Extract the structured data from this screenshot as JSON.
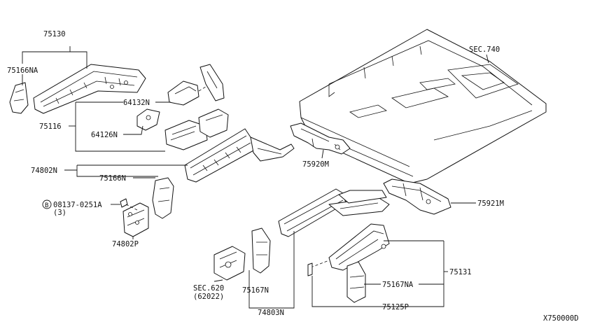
{
  "callouts": {
    "p75130": "75130",
    "p75166NA": "75166NA",
    "p64132N": "64132N",
    "p75116": "75116",
    "p64126N": "64126N",
    "p74802N": "74802N",
    "p75166N": "75166N",
    "p_bolt": "08137-0251A",
    "p_bolt_qty": "(3)",
    "bolt_symbol": "B",
    "p74802P": "74802P",
    "sec740": "SEC.740",
    "p75920M": "75920M",
    "p75921M": "75921M",
    "p75131": "75131",
    "p75167NA": "75167NA",
    "p75125P": "75125P",
    "sec620": "SEC.620",
    "sec620_sub": "(62022)",
    "p75167N": "75167N",
    "p74803N": "74803N"
  },
  "diagram_code": "X750000D"
}
